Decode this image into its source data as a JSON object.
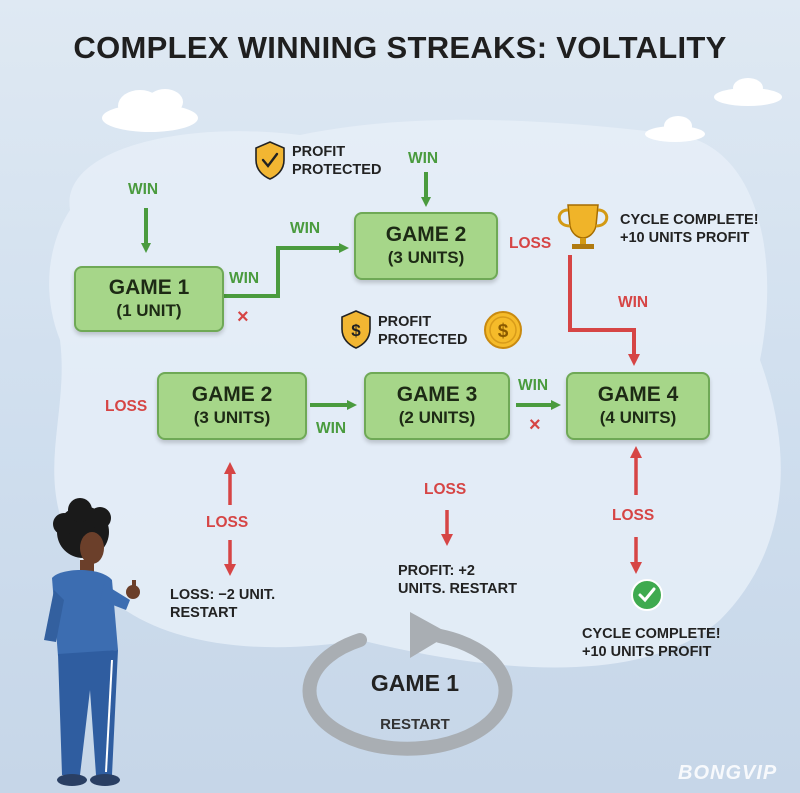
{
  "title": "COMPLEX WINNING STREAKS: VOLTALITY",
  "nodes": {
    "game1_top": {
      "name": "GAME 1",
      "units": "(1 UNIT)"
    },
    "game2_top": {
      "name": "GAME 2",
      "units": "(3 UNITS)"
    },
    "game2_mid": {
      "name": "GAME 2",
      "units": "(3 UNITS)"
    },
    "game3_mid": {
      "name": "GAME 3",
      "units": "(2 UNITS)"
    },
    "game4_mid": {
      "name": "GAME 4",
      "units": "(4 UNITS)"
    }
  },
  "labels": {
    "win": "WIN",
    "loss": "LOSS",
    "x": "×"
  },
  "notes": {
    "profit_protected_1": "PROFIT\nPROTECTED",
    "profit_protected_2": "PROFIT\nPROTECTED",
    "cycle_top": "CYCLE COMPLETE!\n+10 UNITS PROFIT",
    "loss_restart": "LOSS: −2 UNIT.\nRESTART",
    "profit_restart": "PROFIT: +2\n UNITS. RESTART",
    "cycle_bottom": "CYCLE COMPLETE!\n+10 UNITS PROFIT"
  },
  "loop": {
    "name": "GAME 1",
    "sub": "RESTART"
  },
  "watermark": "BONGVIP",
  "colors": {
    "win": "#4a9b3e",
    "loss": "#d64545",
    "node_fill": "#a6d689",
    "node_border": "#6fa956",
    "shield": "#f2b632",
    "coin": "#f5bb2a",
    "check": "#3faa4f"
  },
  "icons": [
    "shield-check-icon",
    "shield-dollar-icon",
    "dollar-coin-icon",
    "trophy-icon",
    "check-circle-icon",
    "person-pointing-icon",
    "restart-loop-icon"
  ]
}
